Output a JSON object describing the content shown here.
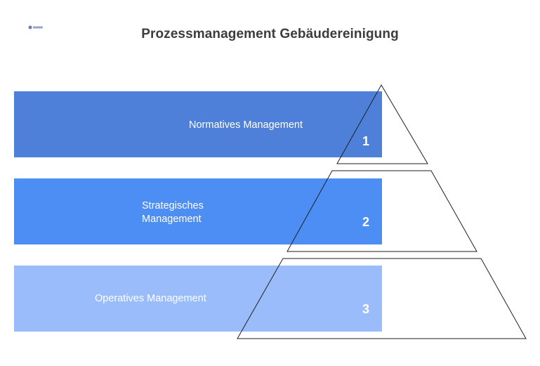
{
  "title": "Prozessmanagement Gebäudereinigung",
  "logo": {
    "icon": "brand-logo"
  },
  "levels": [
    {
      "number": "1",
      "label": "Normatives Management",
      "color": "#4f80d9"
    },
    {
      "number": "2",
      "label": "Strategisches Management",
      "color": "#4d8ef5"
    },
    {
      "number": "3",
      "label": "Operatives Management",
      "color": "#9bbcfb"
    }
  ]
}
